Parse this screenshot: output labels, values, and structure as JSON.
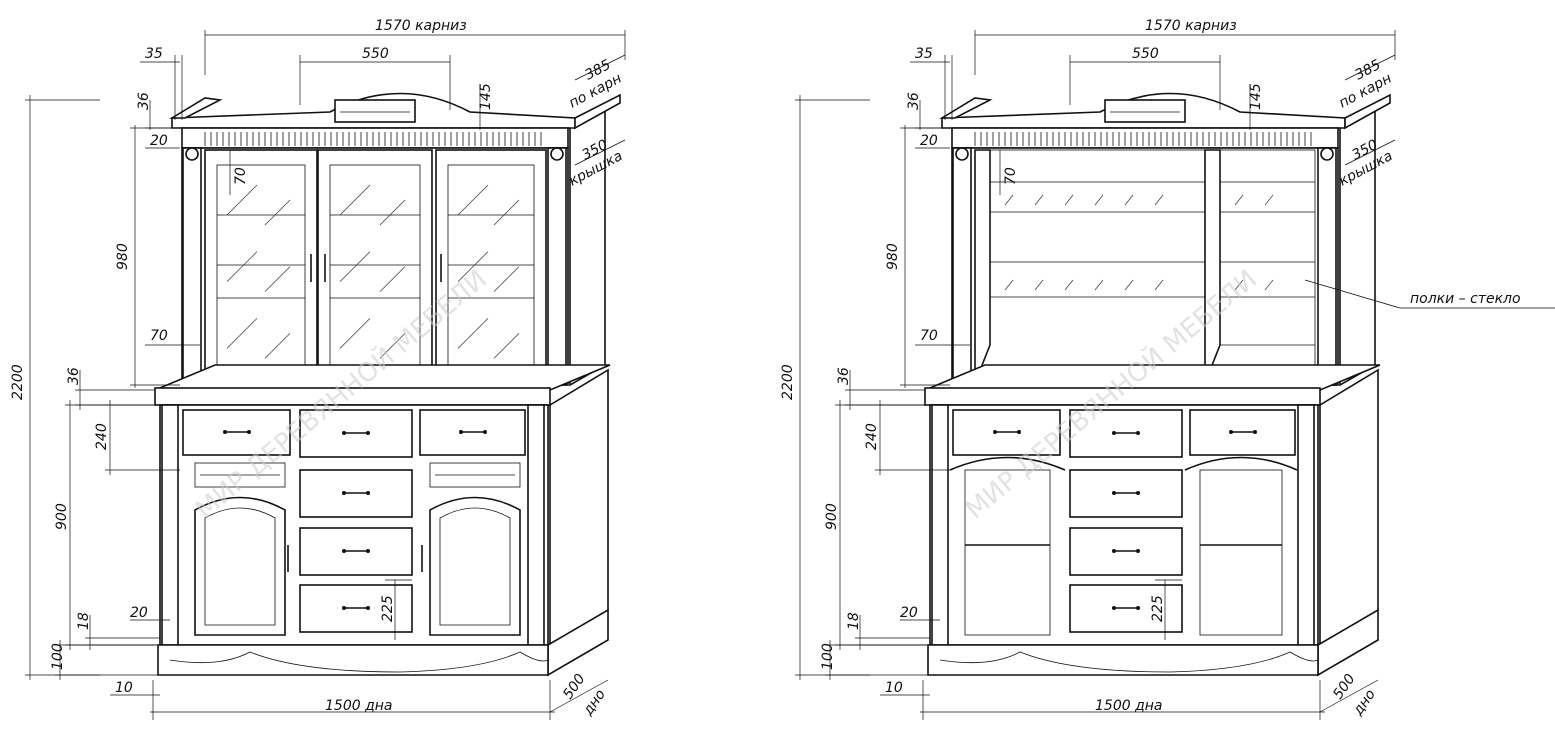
{
  "watermark": "МИР ДЕРЕВЯННОЙ МЕБЕЛИ",
  "dimensions": {
    "cornice_width": "1570 карниз",
    "cornice_overhang": "35",
    "arch_width": "550",
    "cornice_depth": "385",
    "cornice_depth_note": "по карн",
    "cornice_height": "36",
    "arch_height": "145",
    "frieze": "20",
    "top_depth": "350",
    "top_depth_note": "крышка",
    "shelf_gap_top": "70",
    "upper_height": "980",
    "shelf_gap_bottom": "70",
    "total_height": "2200",
    "countertop": "36",
    "drawer_height": "240",
    "lower_height": "900",
    "base_strip": "18",
    "base_offset": "20",
    "small_drawer": "225",
    "plinth": "100",
    "plinth_offset": "10",
    "bottom_width": "1500 дна",
    "bottom_depth": "500",
    "bottom_depth_note": "дно"
  },
  "callout": "полки  – стекло"
}
